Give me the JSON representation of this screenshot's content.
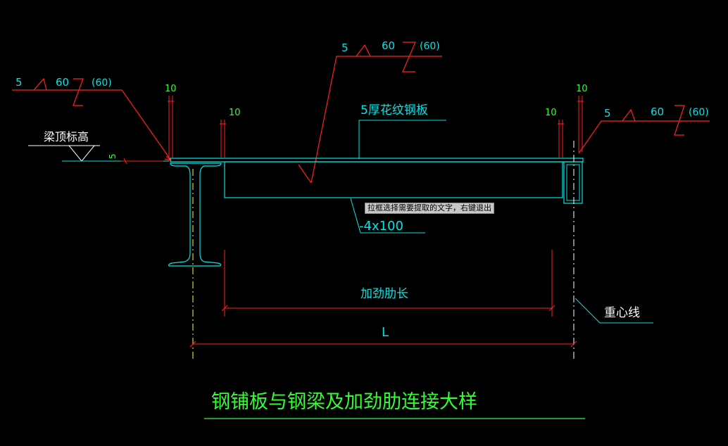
{
  "colors": {
    "background": "#000000",
    "cyan": "#00e5e5",
    "red": "#ff2020",
    "green": "#30ff30",
    "yellow": "#ffff40",
    "white": "#ffffff"
  },
  "labels": {
    "weld_left_size": "5",
    "weld_left_len": "60",
    "weld_left_pitch": "(60)",
    "weld_top_size": "5",
    "weld_top_len": "60",
    "weld_top_pitch": "(60)",
    "weld_right_size": "5",
    "weld_right_len": "60",
    "weld_right_pitch": "(60)",
    "beam_top_elev": "梁顶标高",
    "elev_offset": "5",
    "dim_10_a": "10",
    "dim_10_b": "10",
    "dim_10_c": "10",
    "dim_10_d": "10",
    "plate_note": "5厚花纹钢板",
    "stiffener_note": "-4x100",
    "stiffener_length": "加劲肋长",
    "span_length": "L",
    "centroid_line": "重心线",
    "drawing_title": "钢铺板与钢梁及加劲肋连接大样"
  },
  "tooltip": {
    "text": "拉框选择需要提取的文字，右键退出"
  }
}
